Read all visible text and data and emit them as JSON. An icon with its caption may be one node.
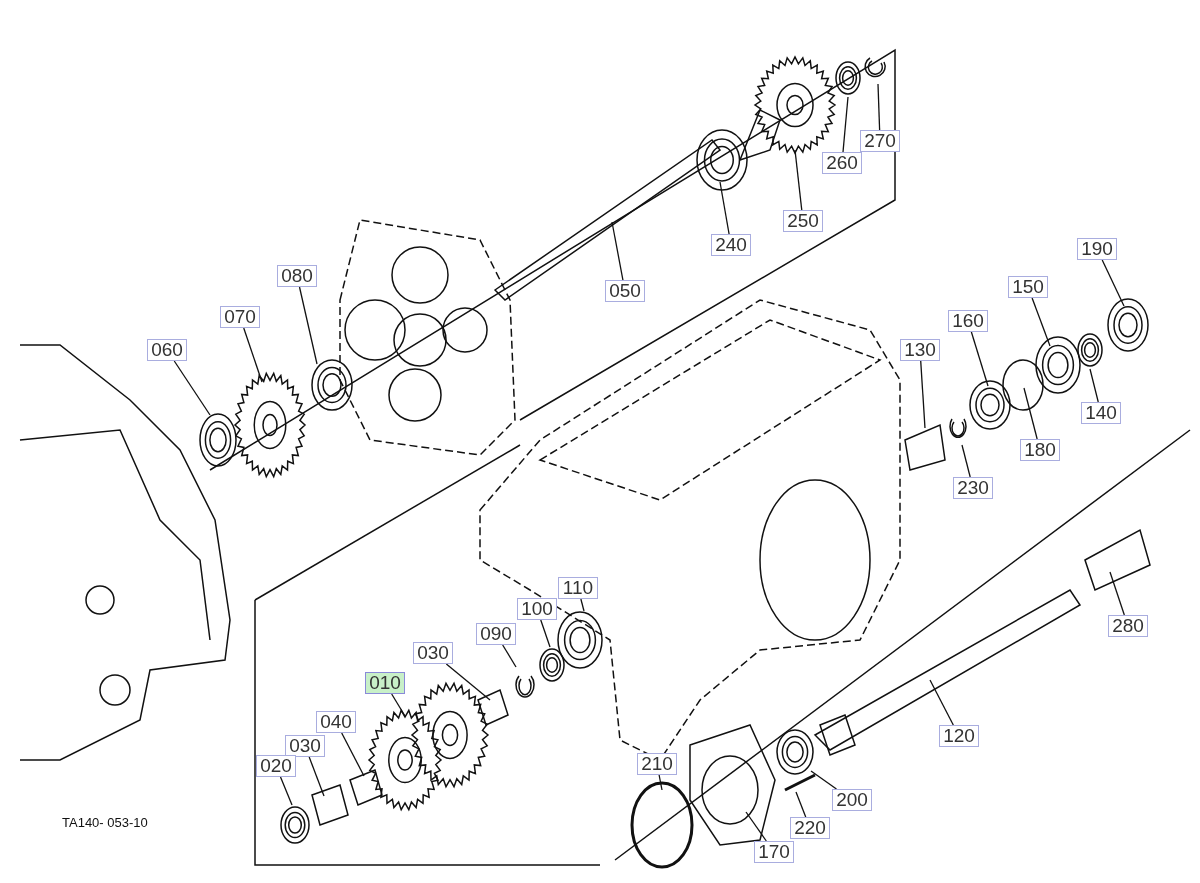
{
  "diagram": {
    "nodes": [
      {
        "text": [
          "270"
        ]
      },
      {
        "text": [
          "260"
        ]
      },
      {
        "text": [
          "250"
        ]
      },
      {
        "text": [
          "240"
        ]
      },
      {
        "text": [
          "050"
        ]
      },
      {
        "text": [
          "080"
        ]
      },
      {
        "text": [
          "070"
        ]
      },
      {
        "text": [
          "060"
        ]
      },
      {
        "text": [
          "190"
        ]
      },
      {
        "text": [
          "150"
        ]
      },
      {
        "text": [
          "160"
        ]
      },
      {
        "text": [
          "130"
        ]
      },
      {
        "text": [
          "140"
        ]
      },
      {
        "text": [
          "180"
        ]
      },
      {
        "text": [
          "230"
        ]
      },
      {
        "text": [
          "110"
        ]
      },
      {
        "text": [
          "100"
        ]
      },
      {
        "text": [
          "090"
        ]
      },
      {
        "text": [
          "030"
        ]
      },
      {
        "text": [
          "010"
        ]
      },
      {
        "text": [
          "040"
        ]
      },
      {
        "text": [
          "030"
        ]
      },
      {
        "text": [
          "020"
        ]
      },
      {
        "text": [
          "210"
        ]
      },
      {
        "text": [
          "120"
        ]
      },
      {
        "text": [
          "200"
        ]
      },
      {
        "text": [
          "220"
        ]
      },
      {
        "text": [
          "170"
        ]
      },
      {
        "text": [
          "280"
        ]
      }
    ],
    "edges": [
      {
        "from": 0,
        "to": null,
        "arrow": "none"
      },
      {
        "from": 1,
        "to": null,
        "arrow": "none"
      },
      {
        "from": 2,
        "to": null,
        "arrow": "none"
      },
      {
        "from": 3,
        "to": null,
        "arrow": "none"
      },
      {
        "from": 4,
        "to": null,
        "arrow": "none"
      },
      {
        "from": 5,
        "to": null,
        "arrow": "none"
      },
      {
        "from": 6,
        "to": null,
        "arrow": "none"
      },
      {
        "from": 7,
        "to": null,
        "arrow": "none"
      },
      {
        "from": 8,
        "to": null,
        "arrow": "none"
      },
      {
        "from": 9,
        "to": null,
        "arrow": "none"
      },
      {
        "from": 10,
        "to": null,
        "arrow": "none"
      },
      {
        "from": 11,
        "to": null,
        "arrow": "none"
      },
      {
        "from": 12,
        "to": null,
        "arrow": "none"
      },
      {
        "from": 13,
        "to": null,
        "arrow": "none"
      },
      {
        "from": 14,
        "to": null,
        "arrow": "none"
      },
      {
        "from": 15,
        "to": null,
        "arrow": "none"
      },
      {
        "from": 16,
        "to": null,
        "arrow": "none"
      },
      {
        "from": 17,
        "to": null,
        "arrow": "none"
      },
      {
        "from": 18,
        "to": null,
        "arrow": "none"
      },
      {
        "from": 19,
        "to": null,
        "arrow": "none"
      },
      {
        "from": 20,
        "to": null,
        "arrow": "none"
      },
      {
        "from": 21,
        "to": null,
        "arrow": "none"
      },
      {
        "from": 22,
        "to": null,
        "arrow": "none"
      },
      {
        "from": 23,
        "to": null,
        "arrow": "none"
      },
      {
        "from": 24,
        "to": null,
        "arrow": "none"
      },
      {
        "from": 25,
        "to": null,
        "arrow": "none"
      },
      {
        "from": 26,
        "to": null,
        "arrow": "none"
      },
      {
        "from": 27,
        "to": null,
        "arrow": "none"
      },
      {
        "from": 28,
        "to": null,
        "arrow": "none"
      }
    ],
    "labels": [
      "TA140- 053-10"
    ]
  }
}
